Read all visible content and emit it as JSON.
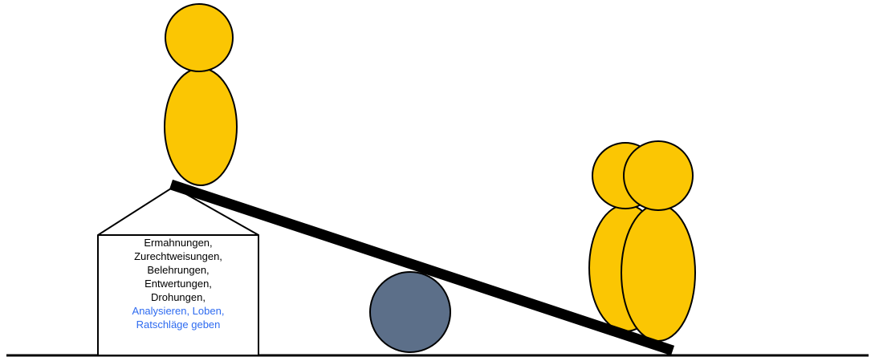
{
  "box": {
    "lines": [
      "Ermahnungen,",
      "Zurechtweisungen,",
      "Belehrungen,",
      "Entwertungen,",
      "Drohungen,",
      "Analysieren, Loben,",
      "Ratschläge geben"
    ]
  },
  "colors": {
    "figure": "#FBC603",
    "pivot": "#5C6F89",
    "plank": "#000000",
    "text_default": "#000000",
    "text_highlight": "#2E6BF0"
  }
}
